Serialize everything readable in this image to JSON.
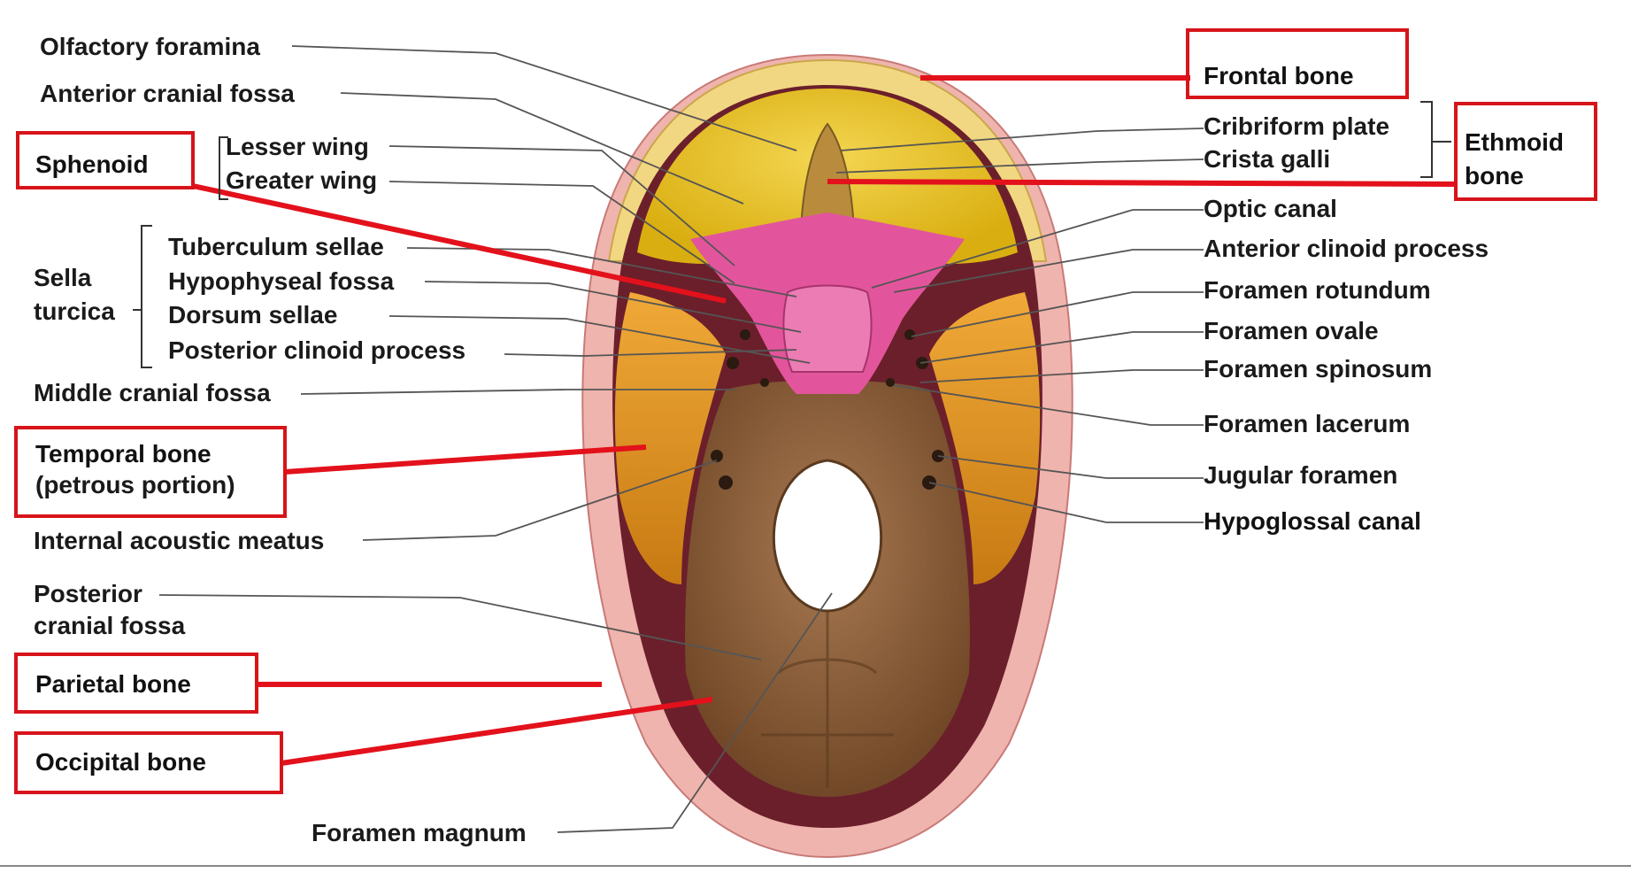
{
  "labels": {
    "olfactory_foramina": "Olfactory foramina",
    "anterior_cranial_fossa": "Anterior cranial fossa",
    "sphenoid": "Sphenoid",
    "lesser_wing": "Lesser wing",
    "greater_wing": "Greater wing",
    "sella_line1": "Sella",
    "sella_line2": "turcica",
    "tuberculum_sellae": "Tuberculum sellae",
    "hypophyseal_fossa": "Hypophyseal fossa",
    "dorsum_sellae": "Dorsum sellae",
    "posterior_clinoid": "Posterior clinoid process",
    "middle_cranial_fossa": "Middle cranial fossa",
    "temporal_line1": "Temporal bone",
    "temporal_line2": "(petrous portion)",
    "internal_acoustic": "Internal acoustic meatus",
    "posterior_fossa_line1": "Posterior",
    "posterior_fossa_line2": "cranial fossa",
    "parietal_bone": "Parietal bone",
    "occipital_bone": "Occipital bone",
    "foramen_magnum": "Foramen magnum",
    "frontal_bone": "Frontal bone",
    "cribriform_plate": "Cribriform plate",
    "crista_galli": "Crista galli",
    "ethmoid_line1": "Ethmoid",
    "ethmoid_line2": "bone",
    "optic_canal": "Optic canal",
    "anterior_clinoid": "Anterior clinoid process",
    "foramen_rotundum": "Foramen rotundum",
    "foramen_ovale": "Foramen ovale",
    "foramen_spinosum": "Foramen spinosum",
    "foramen_lacerum": "Foramen lacerum",
    "jugular_foramen": "Jugular foramen",
    "hypoglossal_canal": "Hypoglossal canal"
  },
  "colors": {
    "highlight": "#d7141a",
    "frontal": "#e8c31e",
    "sphenoid": "#e2559c",
    "temporal": "#e0961f",
    "occipital": "#8a5a33",
    "parietal": "#f0b8b0",
    "dark_rim": "#6b1f2b"
  }
}
